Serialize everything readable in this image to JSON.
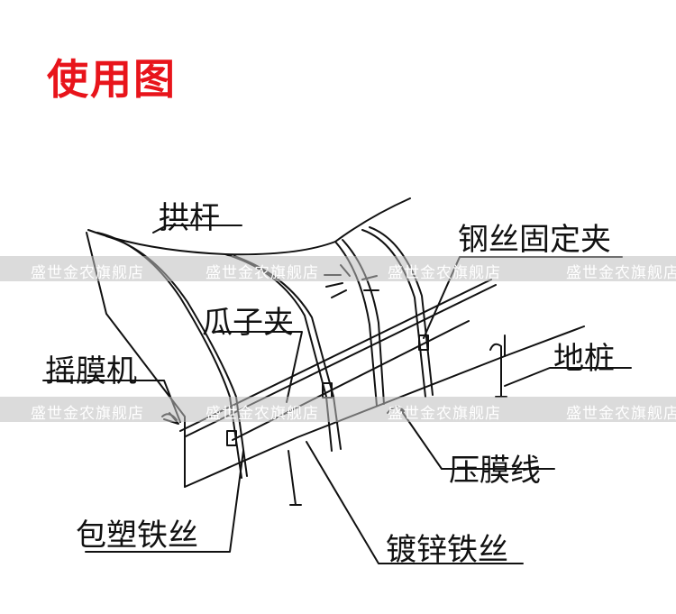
{
  "title": "使用图",
  "labels": {
    "arch_pole": "拱杆",
    "steel_wire_clip": "钢丝固定夹",
    "melon_clip": "瓜子夹",
    "film_roller": "摇膜机",
    "ground_stake": "地桩",
    "film_press_line": "压膜线",
    "coated_wire": "包塑铁丝",
    "galvanized_wire": "镀锌铁丝"
  },
  "watermark": "盛世金农旗舰店",
  "colors": {
    "title": "#e8141b",
    "ink": "#111111"
  }
}
